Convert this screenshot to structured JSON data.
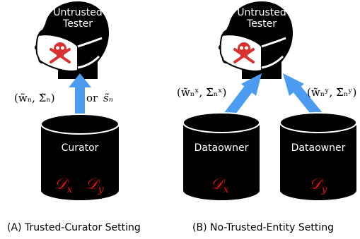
{
  "panel_a": {
    "tester": [
      "Untrusted",
      "Tester"
    ],
    "message_weights": "(w̃ₙ, Σ̃ₙ)",
    "or_text": "or",
    "message_score": "s̃ₙ",
    "curator_label": "Curator",
    "dataset_x": "𝒟",
    "dataset_x_sub": "x",
    "dataset_y": "𝒟",
    "dataset_y_sub": "y",
    "caption": "(A) Trusted-Curator Setting"
  },
  "panel_b": {
    "tester": [
      "Untrusted",
      "Tester"
    ],
    "message_left": "(w̃ₙˣ, Σ̃ₙˣ)",
    "message_right": "(w̃ₙʸ, Σ̃ₙʸ)",
    "owner_left_label": "Dataowner",
    "owner_right_label": "Dataowner",
    "dataset_x": "𝒟",
    "dataset_x_sub": "x",
    "dataset_y": "𝒟",
    "dataset_y_sub": "y",
    "caption": "(B) No-Trusted-Entity Setting"
  },
  "colors": {
    "arrow": "#4b9cf0",
    "dataset": "#e01414",
    "cylinder": "#000000",
    "skull": "#d93030"
  }
}
